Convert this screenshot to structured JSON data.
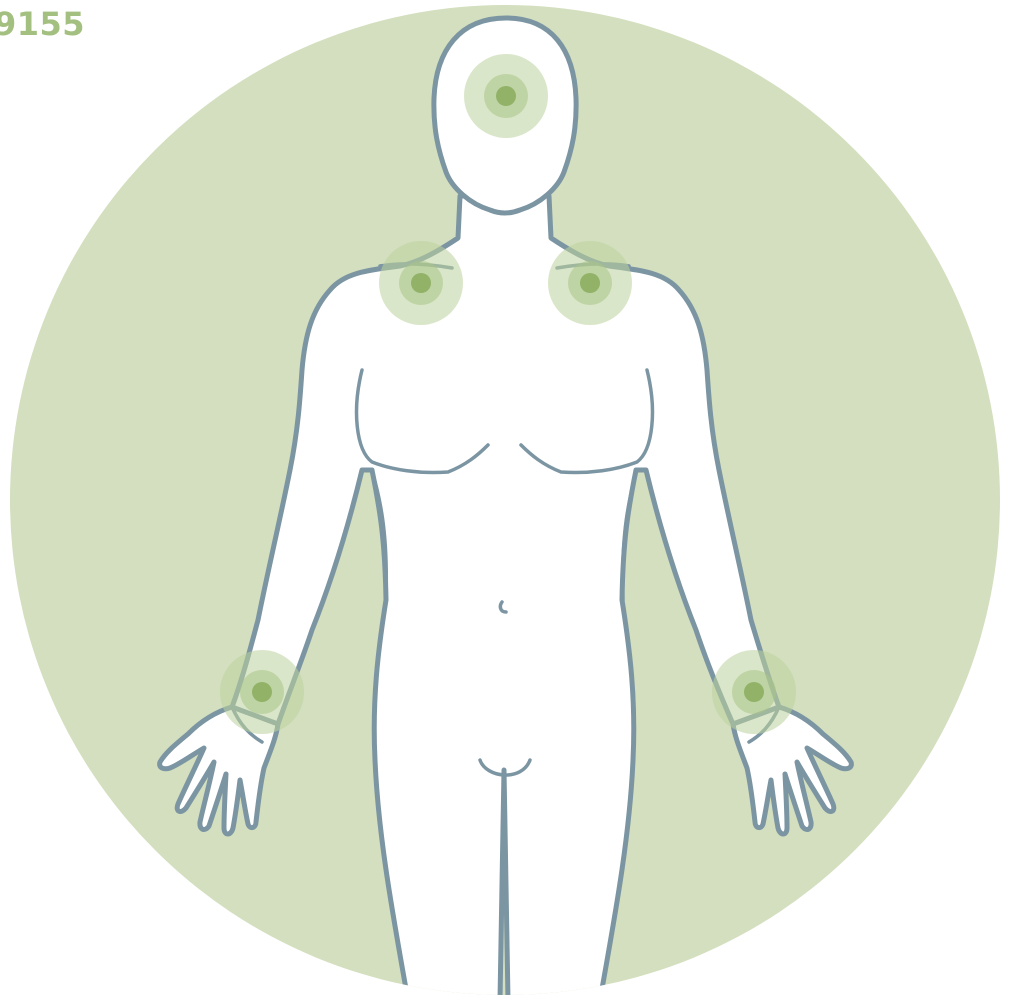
{
  "figure": {
    "id": "9155"
  },
  "colors": {
    "background_circle": "#d3dfbe",
    "body_fill": "#ffffff",
    "body_outline": "#7c95a3",
    "marker_outer": "#bcd19c",
    "marker_middle": "#a9c486",
    "marker_core": "#92b268",
    "figure_id": "#a3c081"
  },
  "pain_markers": [
    {
      "name": "head-marker"
    },
    {
      "name": "left-shoulder-marker"
    },
    {
      "name": "right-shoulder-marker"
    },
    {
      "name": "left-wrist-marker"
    },
    {
      "name": "right-wrist-marker"
    }
  ]
}
